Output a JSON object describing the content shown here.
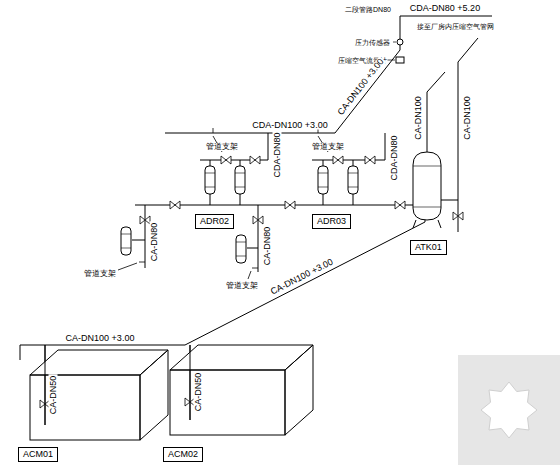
{
  "diagram": {
    "nodes": [
      {
        "text": [
          "ADR02"
        ]
      },
      {
        "text": [
          "ADR03"
        ]
      },
      {
        "text": [
          "ATK01"
        ]
      },
      {
        "text": [
          "ACM01"
        ]
      },
      {
        "text": [
          "ACM02"
        ]
      }
    ],
    "labels": [
      "CDA-DN80 +5.20",
      "接至厂房内压缩空气管网",
      "二段管路DN80",
      "压力传感器",
      "压缩空气流量计",
      "CA-DN100 +3.00",
      "CDA-DN100 +3.00",
      "CDA-DN80",
      "CDA-DN80",
      "管道支架",
      "管道支架",
      "管道支架",
      "管道支架",
      "CA-DN80",
      "CA-DN80",
      "CA-DN100",
      "CA-DN100",
      "CA-DN100 +3.00",
      "CA-DN100 +3.00",
      "CA-DN50",
      "CA-DN50"
    ]
  }
}
